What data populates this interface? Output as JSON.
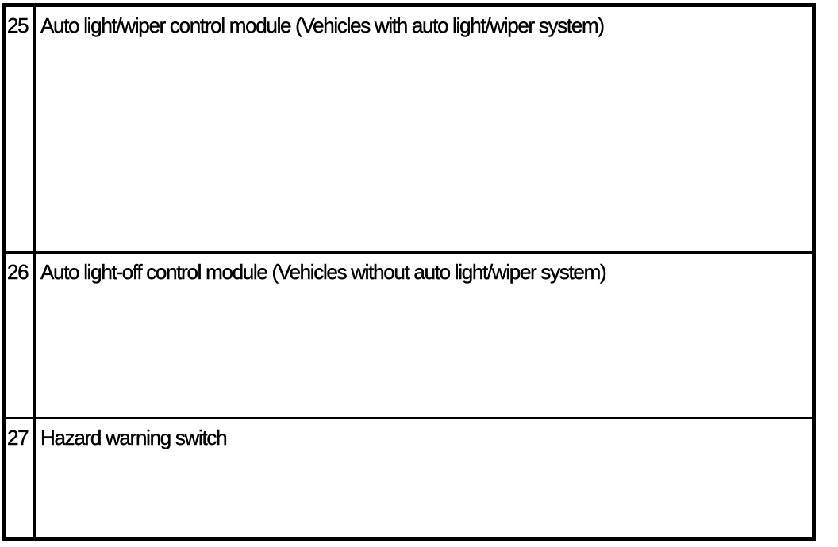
{
  "theme": {
    "page-bg": "#ffffff",
    "text-color": "#000000",
    "border-color": "#000000"
  },
  "table": {
    "rows": [
      {
        "num": "25",
        "desc": "Auto light/wiper control module (Vehicles with auto light/wiper system)"
      },
      {
        "num": "26",
        "desc": "Auto light-off control module (Vehicles without auto light/wiper system)"
      },
      {
        "num": "27",
        "desc": "Hazard warning switch"
      }
    ]
  }
}
